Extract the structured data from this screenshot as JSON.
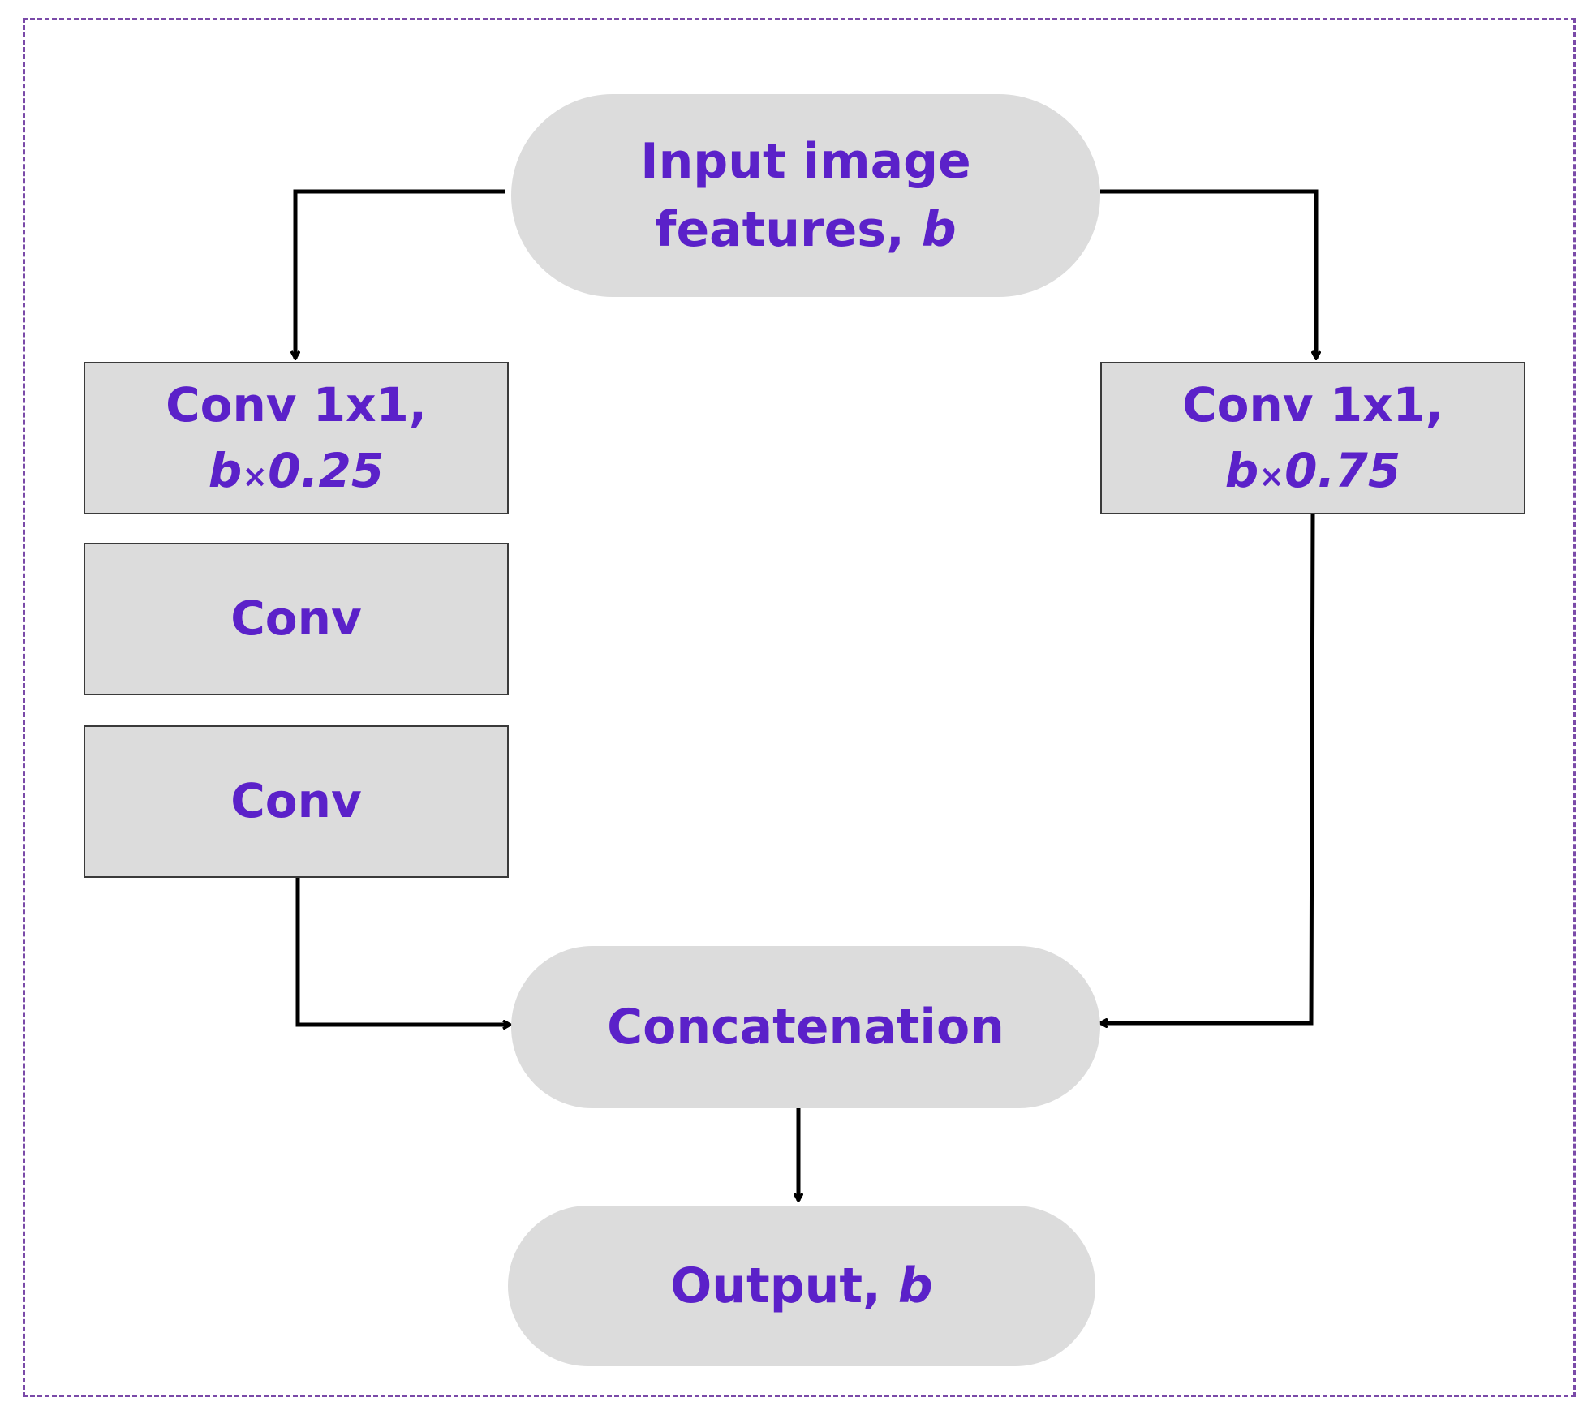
{
  "diagram": {
    "input": {
      "line1": "Input image",
      "line2_text": "features, ",
      "line2_var": "b"
    },
    "left_conv": {
      "line1": "Conv 1x1,",
      "var": "b",
      "op": "×",
      "factor": "0.25"
    },
    "conv_a": {
      "label": "Conv"
    },
    "conv_b": {
      "label": "Conv"
    },
    "right_conv": {
      "line1": "Conv 1x1,",
      "var": "b",
      "op": "×",
      "factor": "0.75"
    },
    "concat": {
      "label": "Concatenation"
    },
    "output": {
      "text": "Output, ",
      "var": "b"
    },
    "colors": {
      "text": "#5b21c9",
      "node_fill": "#dcdcdc",
      "box_border": "#3a3a3a",
      "frame_border": "#7a4aa8",
      "arrow": "#000000"
    }
  }
}
